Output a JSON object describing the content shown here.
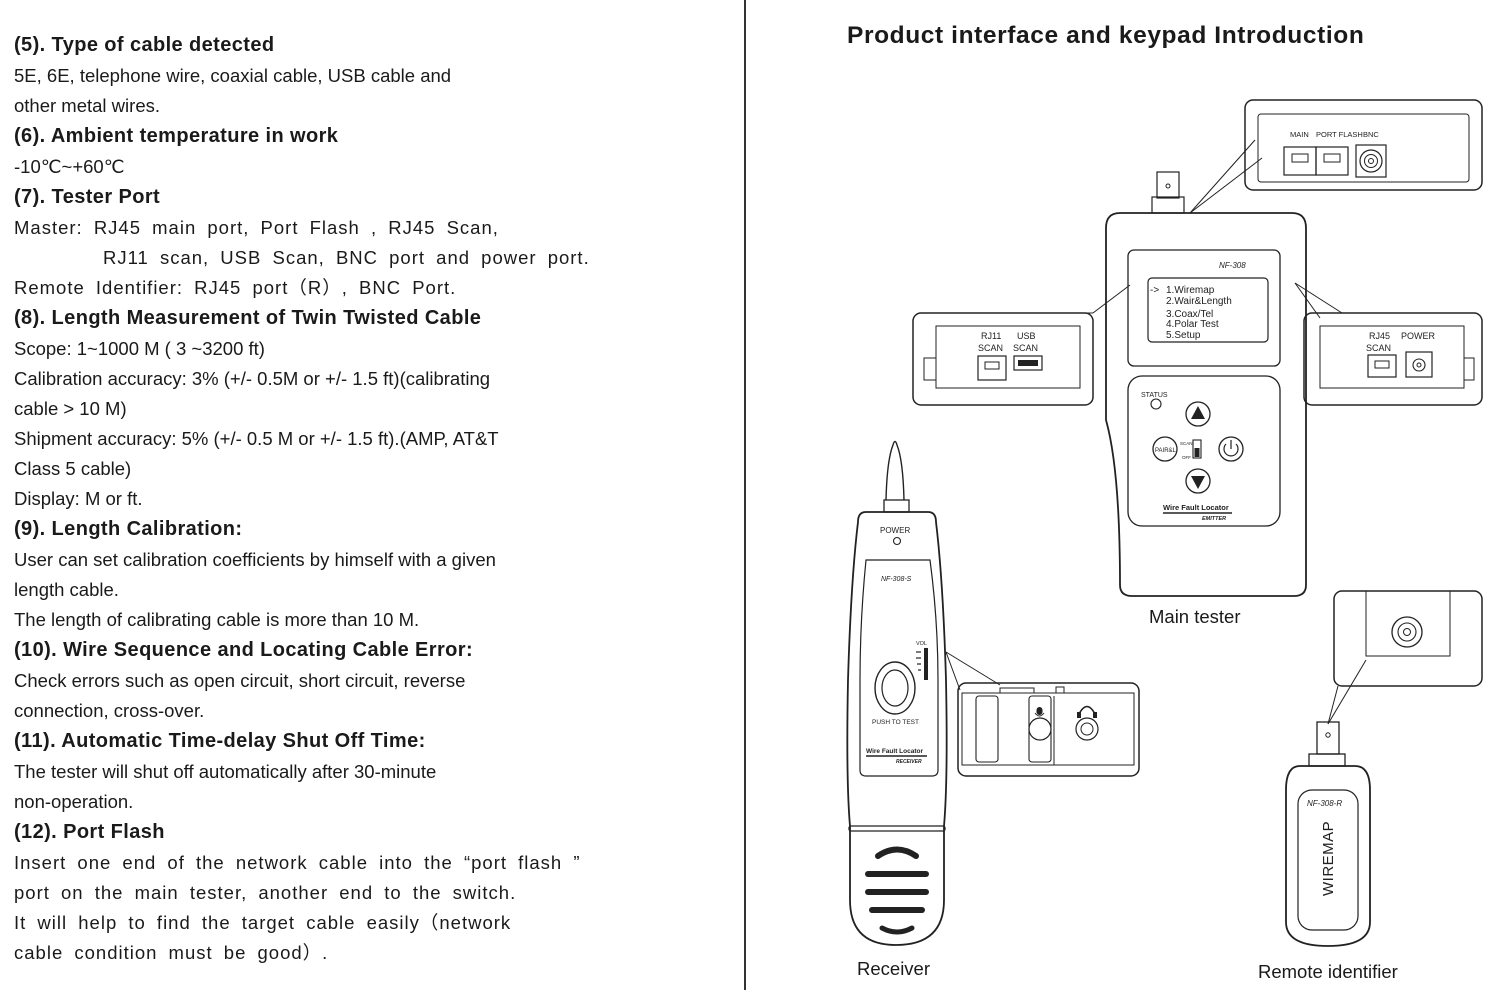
{
  "left": {
    "s5_title": "(5). Type of cable detected",
    "s5_l1": "5E, 6E, telephone wire, coaxial cable, USB cable and",
    "s5_l2": "other metal wires.",
    "s6_title": "(6). Ambient temperature in work",
    "s6_l1": "-10℃~+60℃",
    "s7_title": "(7). Tester Port",
    "s7_l1": "Master: RJ45 main port, Port Flash , RJ45 Scan,",
    "s7_l2": "RJ11 scan, USB Scan, BNC port and power port.",
    "s7_l3": "Remote Identifier: RJ45 port（R）, BNC Port.",
    "s8_title": "(8). Length Measurement of Twin Twisted Cable",
    "s8_l1": "Scope: 1~1000 M ( 3 ~3200 ft)",
    "s8_l2": "Calibration accuracy: 3% (+/- 0.5M or +/- 1.5 ft)(calibrating",
    "s8_l3": "cable > 10 M)",
    "s8_l4": "Shipment accuracy: 5% (+/- 0.5 M or +/- 1.5 ft).(AMP, AT&T",
    "s8_l5": "Class 5 cable)",
    "s8_l6": "Display: M or ft.",
    "s9_title": "(9). Length Calibration:",
    "s9_l1": "User can set calibration coefficients by himself with a given",
    "s9_l2": "length cable.",
    "s9_l3": "The length of calibrating cable is more than 10 M.",
    "s10_title": "(10). Wire Sequence and Locating Cable Error:",
    "s10_l1": "Check errors such as open circuit, short circuit, reverse",
    "s10_l2": "connection, cross-over.",
    "s11_title": "(11). Automatic Time-delay Shut Off Time:",
    "s11_l1": "The tester will shut off automatically after 30-minute",
    "s11_l2": "non-operation.",
    "s12_title": "(12). Port Flash",
    "s12_l1": "Insert one end of the network cable into the “port flash ”",
    "s12_l2": "port on the main tester, another end to the switch.",
    "s12_l3": "It will help to find the target cable easily（network",
    "s12_l4": "cable condition must be good）."
  },
  "right": {
    "title": "Product interface and keypad Introduction",
    "top_callout": {
      "main": "MAIN",
      "port_flash": "PORT FLASH",
      "bnc": "BNC"
    },
    "left_callout": {
      "rj11": "RJ11",
      "usb": "USB",
      "scan1": "SCAN",
      "scan2": "SCAN"
    },
    "right_callout": {
      "rj45": "RJ45",
      "power": "POWER",
      "scan": "SCAN"
    },
    "main_tester": {
      "model": "NF-308",
      "menu": [
        "1.Wiremap",
        "2.Wair&Length",
        "3.Coax/Tel",
        "4.Polar Test",
        "5.Setup"
      ],
      "arrow": "->",
      "status": "STATUS",
      "pair_button": "PAIR&L",
      "scan": "SCAN",
      "off": "OFF",
      "brand": "Wire Fault Locator",
      "role": "EMITTER"
    },
    "receiver": {
      "power": "POWER",
      "model": "NF-308-S",
      "vol": "VOL",
      "push": "PUSH TO TEST",
      "brand": "Wire Fault Locator",
      "role": "RECEIVER"
    },
    "remote": {
      "model": "NF-308-R",
      "label": "WIREMAP"
    },
    "captions": {
      "main": "Main tester",
      "receiver": "Receiver",
      "remote": "Remote identifier"
    }
  }
}
